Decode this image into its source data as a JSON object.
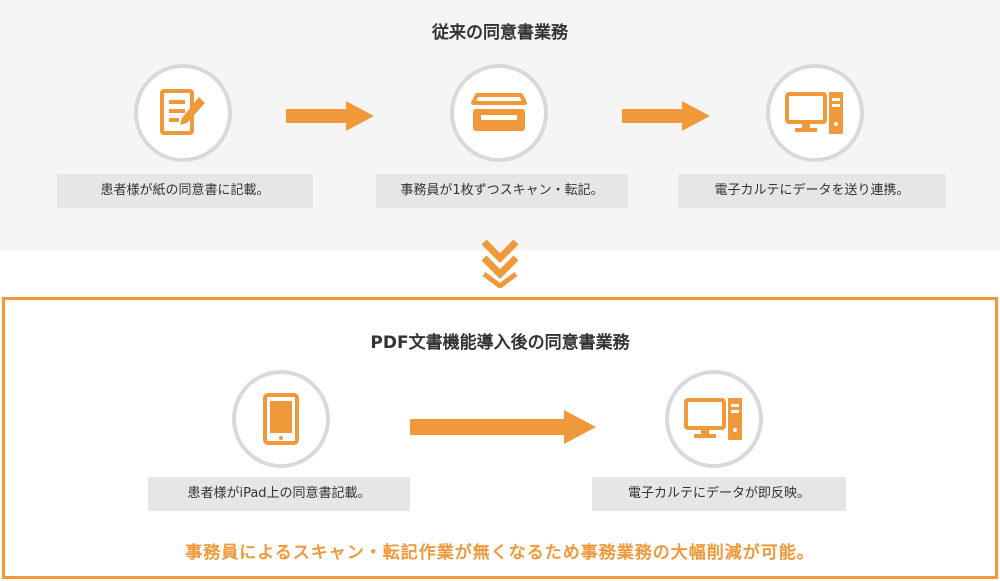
{
  "colors": {
    "accent": "#f0993a",
    "panel": "#f5f5f5",
    "label_bg": "#e6e6e6",
    "ring": "#d9d9d9"
  },
  "before": {
    "title": "従来の同意書業務",
    "steps": [
      {
        "icon": "document-pen-icon",
        "label": "患者様が紙の同意書に記載。"
      },
      {
        "icon": "scanner-icon",
        "label": "事務員が1枚ずつスキャン・転記。"
      },
      {
        "icon": "computer-icon",
        "label": "電子カルテにデータを送り連携。"
      }
    ]
  },
  "transition_icon": "double-chevron-down-icon",
  "after": {
    "title": "PDF文書機能導入後の同意書業務",
    "steps": [
      {
        "icon": "tablet-icon",
        "label": "患者様がiPad上の同意書記載。"
      },
      {
        "icon": "computer-icon",
        "label": "電子カルテにデータが即反映。"
      }
    ],
    "summary": "事務員によるスキャン・転記作業が無くなるため事務業務の大幅削減が可能。"
  }
}
